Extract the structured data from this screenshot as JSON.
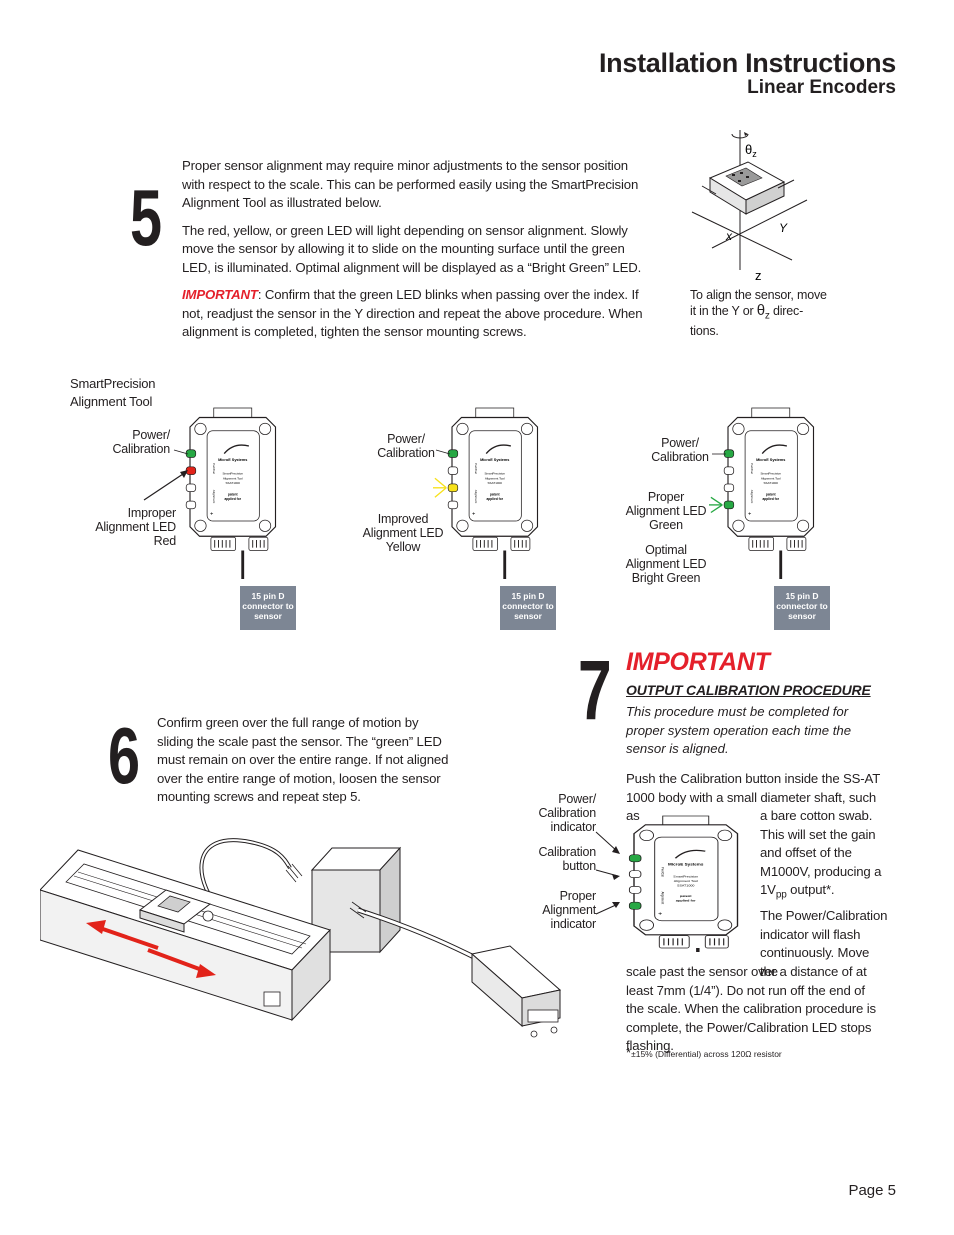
{
  "header": {
    "title": "Installation Instructions",
    "subtitle": "Linear Encoders"
  },
  "step5": {
    "number": "5",
    "para1": "Proper sensor alignment may require minor adjustments to the sensor position with respect to the scale. This can be performed easily using the SmartPrecision Alignment Tool as illustrated below.",
    "para2": "The red, yellow, or green LED will light depending on sensor alignment. Slowly move the sensor by allowing it to slide on the mounting surface until the green LED, is illuminated. Optimal alignment will be displayed as a “Bright Green” LED.",
    "important_label": "IMPORTANT",
    "para3": ": Confirm that the green LED blinks when passing over the index. If not, readjust the sensor in the Y direction and repeat the above procedure. When alignment is completed, tighten the sensor mounting screws."
  },
  "axis_figure": {
    "caption_pre": "To align the sensor, move it in the Y or ",
    "caption_theta": "θ",
    "caption_sub": "z",
    "caption_post": " direc- tions.",
    "label_theta": "θ",
    "label_theta_sub": "z",
    "label_x": "x",
    "label_y": "Y",
    "label_z": "z"
  },
  "tool_section": {
    "title": "SmartPrecision Alignment Tool",
    "panels": [
      {
        "power_label": "Power/ Calibration",
        "led_label": "Improper Alignment LED Red",
        "connector": "15 pin D connector to sensor",
        "led_color": "#e2231a",
        "led_pos": "middle"
      },
      {
        "power_label": "Power/ Calibration",
        "led_label": "Improved Alignment LED Yellow",
        "connector": "15 pin D connector to sensor",
        "led_color": "#f7e11a",
        "led_pos": "lower"
      },
      {
        "power_label": "Power/ Calibration",
        "led_label": "Proper Alignment LED Green",
        "led_label2": "Optimal Alignment LED Bright Green",
        "connector": "15 pin D connector to sensor",
        "led_color": "#27a844",
        "led_pos": "bottom"
      }
    ]
  },
  "step6": {
    "number": "6",
    "text": "Confirm green over the full range of motion by sliding the scale past the sensor. The “green” LED must remain on over the entire range. If not aligned over the entire range of motion, loosen the sensor mounting screws and repeat step 5."
  },
  "step7": {
    "number": "7",
    "important": "IMPORTANT",
    "subheading": "OUTPUT CALIBRATION PROCEDURE",
    "italic_text": "This procedure must be completed for proper system operation each time the sensor is aligned.",
    "para1_top": "Push the Calibration button inside the SS-AT 1000 body with a small diameter shaft, such as",
    "para1_side": "a bare cotton swab. This will set the gain and offset of the M1000V, producing a 1V",
    "para1_sub": "pp",
    "para1_end": " output*.",
    "para2_side": "The Power/Calibration indicator will flash continuously. Move the",
    "para2_full": "scale past the sensor over a distance of at least 7mm (1/4”). Do not run off the end of the scale. When the calibration procedure is complete, the Power/Calibration LED stops flashing.",
    "label_power": "Power/ Calibration indicator",
    "label_button": "Calibration button",
    "label_proper": "Proper Alignment indicator",
    "footnote_star": "*",
    "footnote": "±15%  (Differential) across 120Ω resistor"
  },
  "device_text": {
    "brand": "MicroE Systems",
    "name": "SmartPrecision Alignment Tool SSAT1000",
    "side_top": "Pwr/Cal",
    "side_bottom": "Alignment"
  },
  "footer": {
    "page": "Page 5"
  }
}
